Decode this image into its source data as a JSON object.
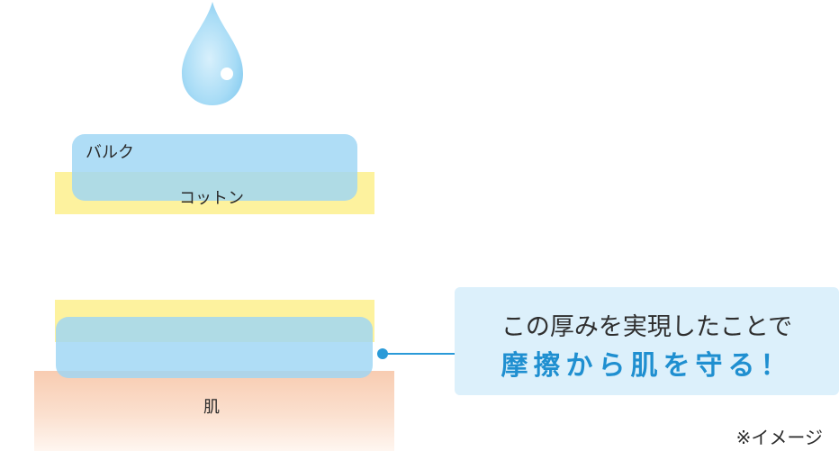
{
  "layers": {
    "bulk_label": "バルク",
    "cotton_label": "コットン",
    "skin_label": "肌"
  },
  "callout": {
    "line1": "この厚みを実現したことで",
    "line2": "摩擦から肌を守る！"
  },
  "note": "※イメージ",
  "colors": {
    "bulk": "#9ed5f4",
    "cotton": "#fdf29e",
    "overlap": "#c6dd98",
    "skin": "#f8ccb1",
    "accent": "#1f8fd0",
    "callout_bg": "#dcf0fb",
    "droplet": "#8ed0f2"
  }
}
